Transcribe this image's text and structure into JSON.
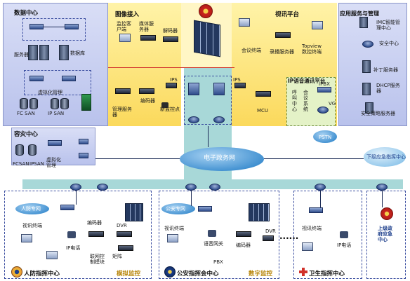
{
  "data_center": {
    "title": "数据中心",
    "labels": [
      "服务器",
      "数据库",
      "虚拟化管理",
      "FC SAN",
      "IP SAN"
    ]
  },
  "image_access": {
    "title": "图像接入",
    "labels": [
      "监控客户端",
      "媒体服务器",
      "解码器",
      "管理服务器",
      "编码器",
      "新监控点"
    ]
  },
  "video_platform": {
    "title": "视讯平台",
    "labels": [
      "会议终端",
      "录播服务器",
      "Topview 数控终端",
      "MCU"
    ]
  },
  "app_services": {
    "title": "应用服务与管理",
    "labels": [
      "IMC智能管理中心",
      "安全中心",
      "补丁服务器",
      "DHCP服务器",
      "安全策略服务器"
    ]
  },
  "ip_voice": {
    "title": "IP语音通讯平台",
    "labels": [
      "呼叫中心",
      "会议系统",
      "IPBX",
      "VG",
      "PSTN"
    ]
  },
  "disaster": {
    "title": "容灾中心",
    "labels": [
      "FCSAN",
      "IPSAN",
      "虚拟化管理"
    ]
  },
  "core": {
    "ips_labels": [
      "IPS",
      "IPS"
    ],
    "egov_network": "电子政务网",
    "lower_cmd": "下级应急指挥中心"
  },
  "civil": {
    "network": "人防专网",
    "labels": [
      "视讯终端",
      "编码器",
      "DVR",
      "IP电话",
      "联网控制模块",
      "矩阵"
    ],
    "footer": "人防指挥中心",
    "footer2": "模拟监控"
  },
  "police": {
    "network": "公安专网",
    "labels": [
      "视讯终端",
      "语音网关",
      "编码器",
      "DVR",
      "PBX"
    ],
    "footer": "公安指挥会中心",
    "footer2": "数字监控"
  },
  "health": {
    "labels": [
      "视讯终端",
      "IP电话"
    ],
    "footer": "卫生指挥中心"
  },
  "upper": {
    "label": "上级政府应急中心"
  },
  "ellipsis": "......"
}
